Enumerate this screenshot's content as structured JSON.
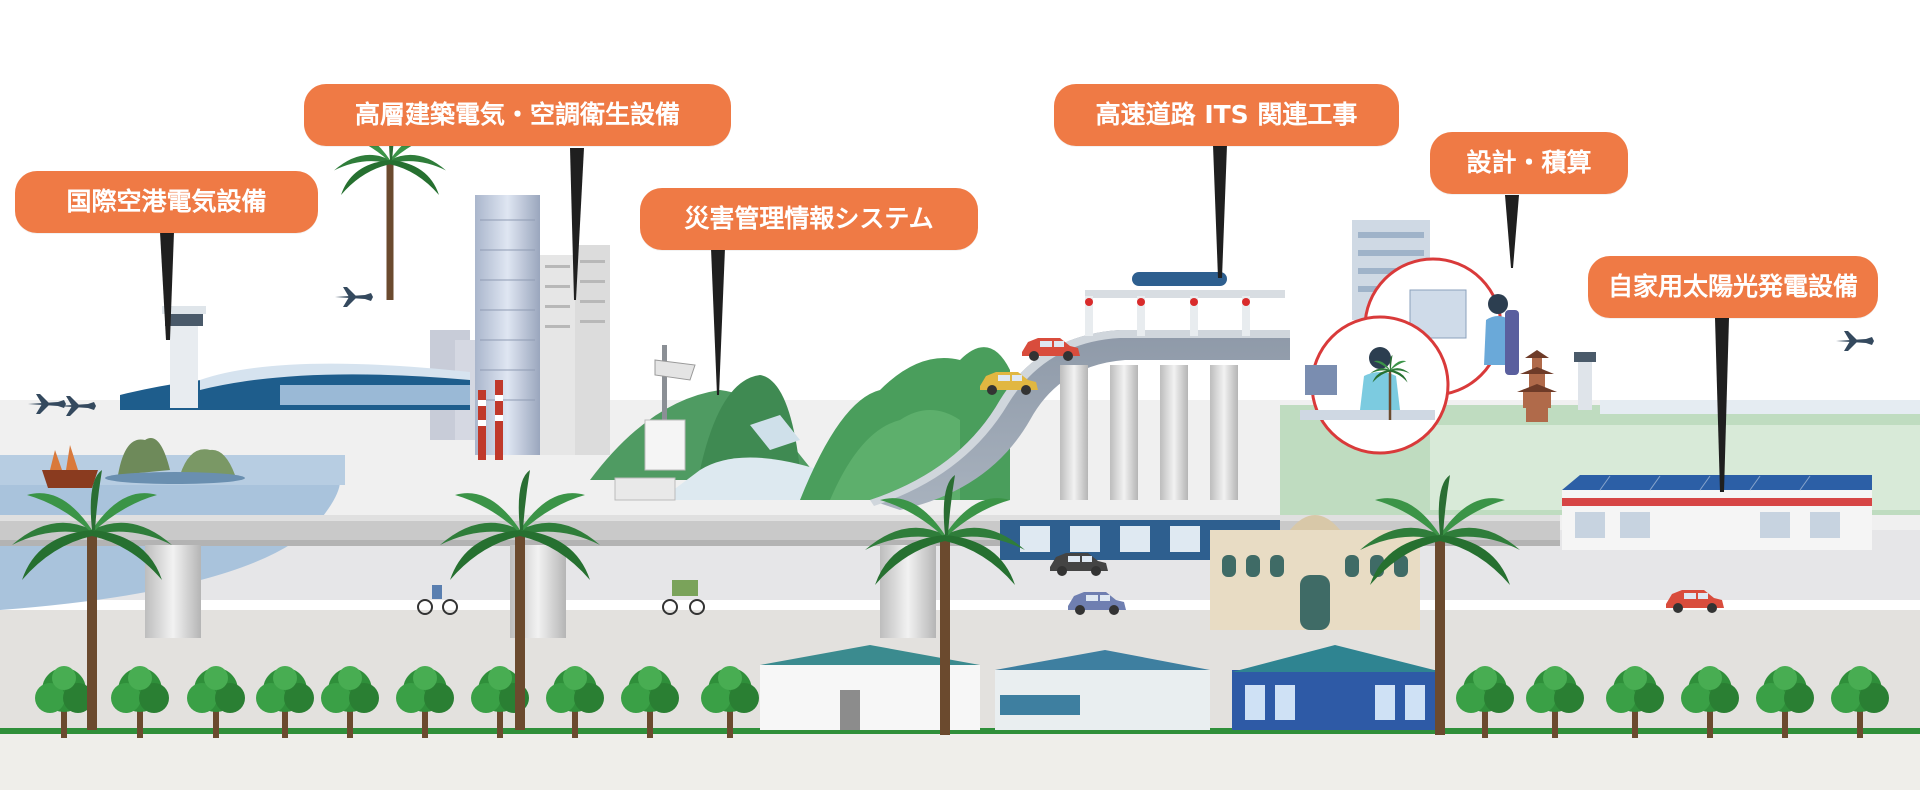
{
  "callouts": {
    "airport": "国際空港電気設備",
    "highrise": "高層建築電気・空調衛生設備",
    "disaster": "災害管理情報システム",
    "highway": "高速道路 ITS 関連工事",
    "design": "設計・積算",
    "solar": "自家用太陽光発電設備"
  },
  "colors": {
    "callout": "#ef7a45",
    "callout_text": "#ffffff",
    "pointer": "#1f1f1f",
    "tree_green": "#2f8f3a",
    "hill_green": "#4a9e5c",
    "water": "#a9c3dc",
    "road": "#c9c9c9"
  }
}
